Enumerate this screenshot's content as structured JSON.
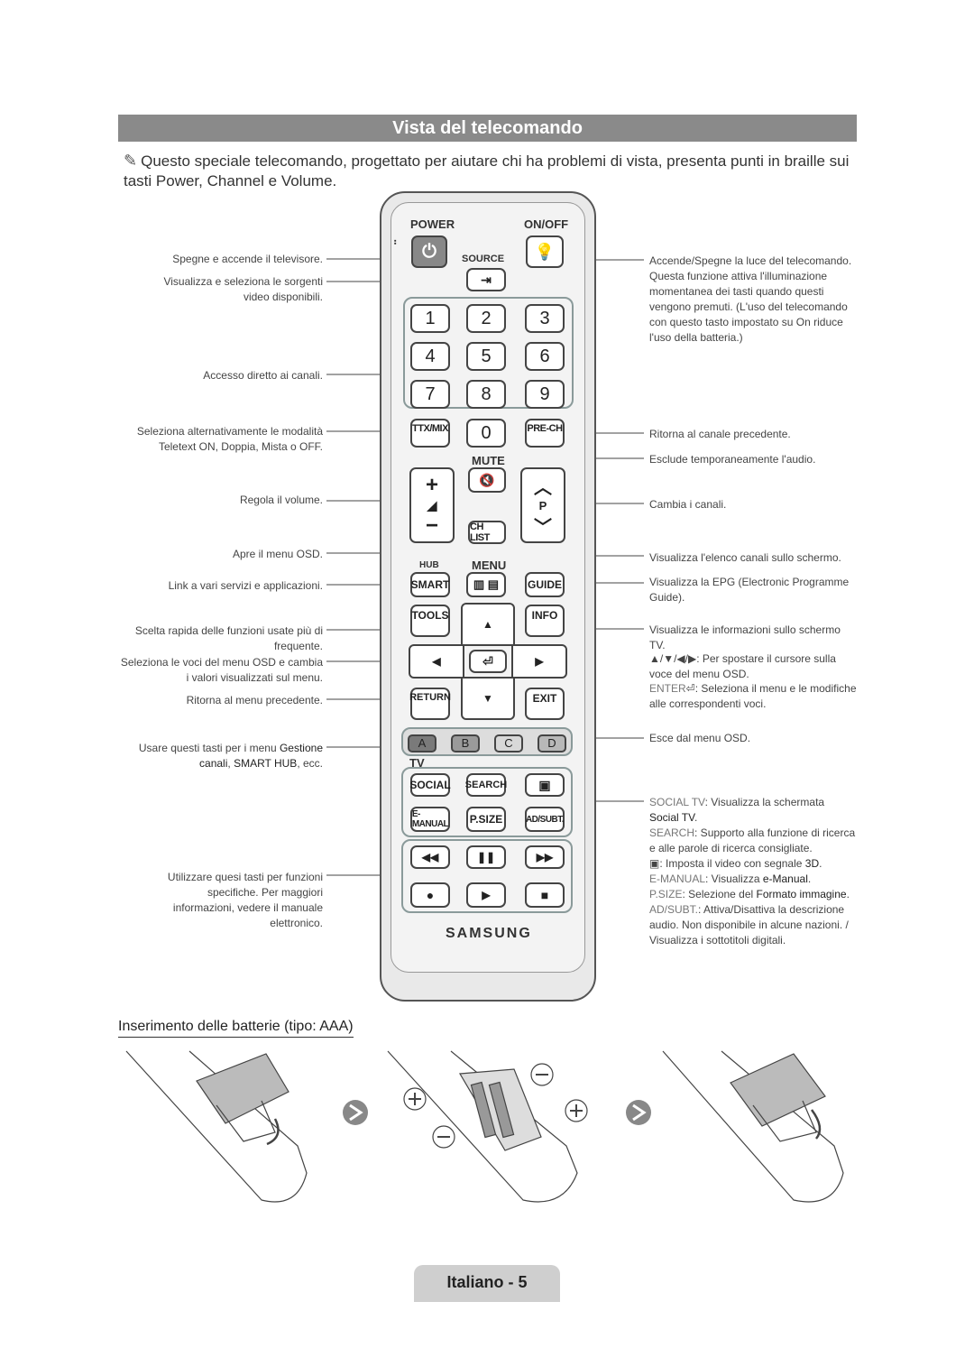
{
  "title": "Vista del telecomando",
  "intro": "Questo speciale telecomando, progettato per aiutare chi ha problemi di vista, presenta punti in braille sui tasti Power, Channel e Volume.",
  "left_labels": [
    "Spegne e accende il televisore.",
    "Visualizza e seleziona le sorgenti video disponibili.",
    "Accesso diretto ai canali.",
    "Seleziona alternativamente le modalità Teletext ON, Doppia, Mista o OFF.",
    "Regola il volume.",
    "Apre il menu OSD.",
    "Link a vari servizi e applicazioni.",
    "Scelta rapida delle funzioni usate più di frequente.",
    "Seleziona le voci del menu OSD e cambia i valori visualizzati sul menu.",
    "Ritorna al menu precedente.",
    "Utilizzare quesi tasti per funzioni specifiche. Per maggiori informazioni, vedere il manuale elettronico."
  ],
  "left_label_gestione": {
    "pre": "Usare questi tasti per i menu ",
    "b1": "Gestione canali",
    "mid": ", ",
    "b2": "SMART HUB",
    "post": ", ecc."
  },
  "right_labels": {
    "light": "Accende/Spegne la luce del telecomando. Questa funzione attiva l'illuminazione momentanea dei tasti quando questi vengono premuti. (L'uso del telecomando con questo tasto impostato su On riduce l'uso della batteria.)",
    "prech": "Ritorna al canale precedente.",
    "mute": "Esclude temporaneamente l'audio.",
    "ch": "Cambia i canali.",
    "chlist": "Visualizza l'elenco canali sullo schermo.",
    "guide": "Visualizza la EPG (Electronic Programme Guide).",
    "info": "Visualizza le informazioni sullo schermo TV.",
    "arrows": "▲/▼/◀/▶: Per spostare il cursore sulla voce del menu OSD.",
    "enter_key": "ENTER",
    "enter": ": Seleziona il menu e le modifiche alle correspondenti voci.",
    "exit": "Esce dal menu OSD.",
    "social_key": "SOCIAL TV",
    "social": ": Visualizza la schermata ",
    "social_b": "Social TV",
    "search_key": "SEARCH",
    "search": ": Supporto alla funzione di ricerca e alle parole di ricerca consigliate.",
    "threed": ": Imposta il video con segnale ",
    "threed_b": "3D",
    "emanual_key": "E-MANUAL",
    "emanual": ": Visualizza ",
    "emanual_b": "e-Manual",
    "psize_key": "P.SIZE",
    "psize": ": Selezione del ",
    "psize_b": "Formato immagine",
    "adsubt_key": "AD/SUBT.",
    "adsubt": ": Attiva/Disattiva la descrizione audio. Non disponibile in alcune nazioni. / Visualizza i sottotitoli digitali."
  },
  "remote": {
    "power": "POWER",
    "onoff": "ON/OFF",
    "source": "SOURCE",
    "numbers": [
      "1",
      "2",
      "3",
      "4",
      "5",
      "6",
      "7",
      "8",
      "9"
    ],
    "ttx": "TTX/MIX",
    "zero": "0",
    "prech": "PRE-CH",
    "mute": "MUTE",
    "p": "P",
    "chlist": "CH LIST",
    "hub": "HUB",
    "menu": "MENU",
    "smart": "SMART",
    "guide": "GUIDE",
    "tools": "TOOLS",
    "info": "INFO",
    "return": "RETURN",
    "exit": "EXIT",
    "colors": [
      "A",
      "B",
      "C",
      "D"
    ],
    "tv": "TV",
    "social": "SOCIAL",
    "search": "SEARCH",
    "emanual": "E-MANUAL",
    "psize": "P.SIZE",
    "adsubt": "AD/SUBT.",
    "brand": "SAMSUNG"
  },
  "battery_title": "Inserimento delle batterie (tipo: AAA)",
  "footer": "Italiano - 5"
}
